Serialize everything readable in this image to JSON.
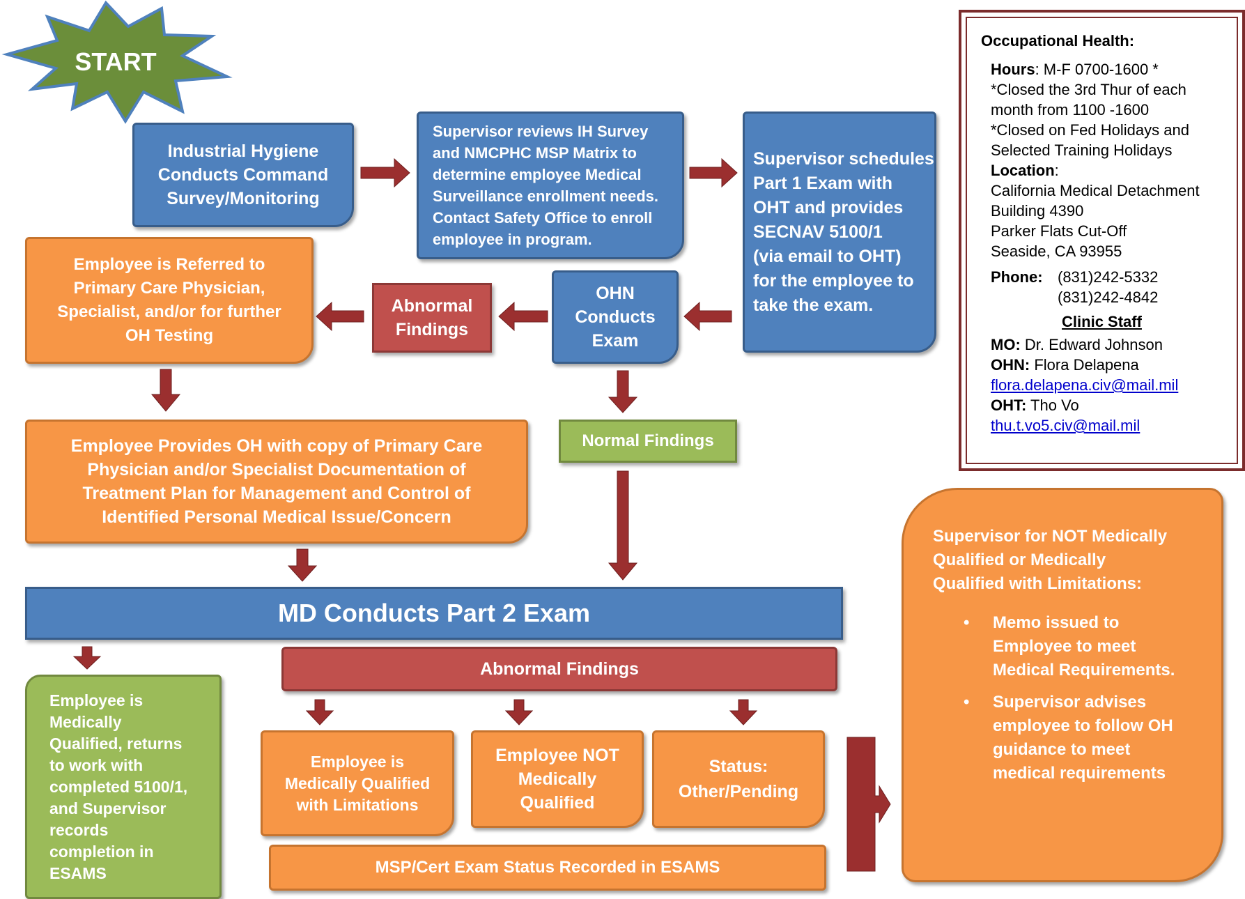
{
  "start": {
    "label": "START"
  },
  "nodes": {
    "ih_survey": "Industrial Hygiene\nConducts Command\nSurvey/Monitoring",
    "supervisor_reviews": "Supervisor reviews IH Survey\nand NMCPHC MSP Matrix to\ndetermine employee Medical\nSurveillance enrollment needs.\nContact Safety Office to enroll\nemployee in program.",
    "supervisor_schedules": "Supervisor schedules\nPart 1 Exam with\nOHT and provides\nSECNAV 5100/1\n(via email to OHT)\nfor the employee to\ntake the exam.",
    "employee_referred": "Employee is Referred to\nPrimary Care Physician,\nSpecialist, and/or for further\nOH Testing",
    "abnormal_findings_1": "Abnormal\nFindings",
    "ohn_exam": "OHN\nConducts\nExam",
    "normal_findings": "Normal Findings",
    "employee_provides": "Employee Provides OH with copy of Primary Care\nPhysician and/or Specialist Documentation of\nTreatment Plan for Management and Control of\nIdentified Personal Medical Issue/Concern",
    "md_exam": "MD Conducts Part 2 Exam",
    "abnormal_findings_2": "Abnormal Findings",
    "qualified_returns": "Employee is\nMedically\nQualified, returns\nto work with\ncompleted 5100/1,\nand Supervisor\nrecords\ncompletion in\nESAMS",
    "qualified_limitations": "Employee is\nMedically Qualified\nwith Limitations",
    "not_qualified": "Employee NOT\nMedically\nQualified",
    "status_pending": "Status:\nOther/Pending",
    "esams_recorded": "MSP/Cert Exam Status Recorded in ESAMS",
    "supervisor_not_qualified": {
      "heading": "Supervisor for NOT Medically\nQualified or Medically\nQualified with Limitations:",
      "bullet_1": "Memo issued to\nEmployee to meet\nMedical Requirements.",
      "bullet_2": "Supervisor advises\nemployee to follow OH\nguidance to meet\nmedical requirements",
      "bullet_glyph": "•"
    }
  },
  "info_panel": {
    "title": "Occupational Health:",
    "hours_label": "Hours",
    "hours_value": ": M-F 0700-1600 *",
    "closed_1": "*Closed the 3rd Thur of each\nmonth from 1100 -1600",
    "closed_2": "*Closed on Fed Holidays and\nSelected Training Holidays",
    "location_label": "Location",
    "location_colon": ":",
    "location_lines": "California Medical Detachment\nBuilding 4390\nParker Flats Cut-Off\nSeaside, CA 93955",
    "phone_label": "Phone:",
    "phone_1": "(831)242-5332",
    "phone_2": "(831)242-4842",
    "clinic_staff": "Clinic Staff",
    "mo_label": "MO:",
    "mo_name": " Dr. Edward Johnson",
    "ohn_label": "OHN:",
    "ohn_name": "  Flora Delapena",
    "ohn_email": "flora.delapena.civ@mail.mil",
    "oht_label": "OHT:",
    "oht_name": " Tho Vo",
    "oht_email": "thu.t.vo5.civ@mail.mil"
  },
  "colors": {
    "blue": "#4f81bd",
    "orange": "#f79646",
    "red": "#c0504d",
    "green": "#9bbb59",
    "arrow": "#9b2f2f",
    "start_star": "#6b8e3a"
  }
}
